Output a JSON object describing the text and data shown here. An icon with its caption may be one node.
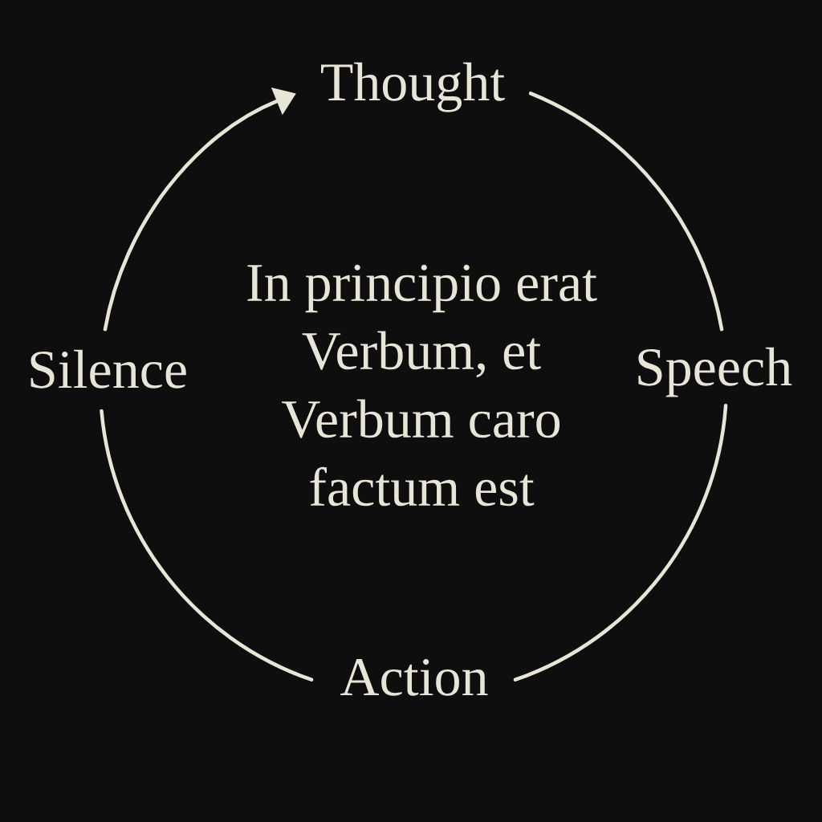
{
  "diagram": {
    "nodes": [
      {
        "text": [
          "Thought"
        ]
      },
      {
        "text": [
          "Silence"
        ]
      },
      {
        "text": [
          "Speech"
        ]
      },
      {
        "text": [
          "Action"
        ]
      }
    ],
    "edges": [
      {
        "from": 0,
        "to": 2,
        "arrow": "none"
      },
      {
        "from": 2,
        "to": 3,
        "arrow": "none"
      },
      {
        "from": 3,
        "to": 1,
        "arrow": "none"
      },
      {
        "from": 1,
        "to": 0,
        "arrow": "to"
      }
    ],
    "labels": [
      "In principio erat Verbum, et Verbum caro factum est"
    ]
  }
}
